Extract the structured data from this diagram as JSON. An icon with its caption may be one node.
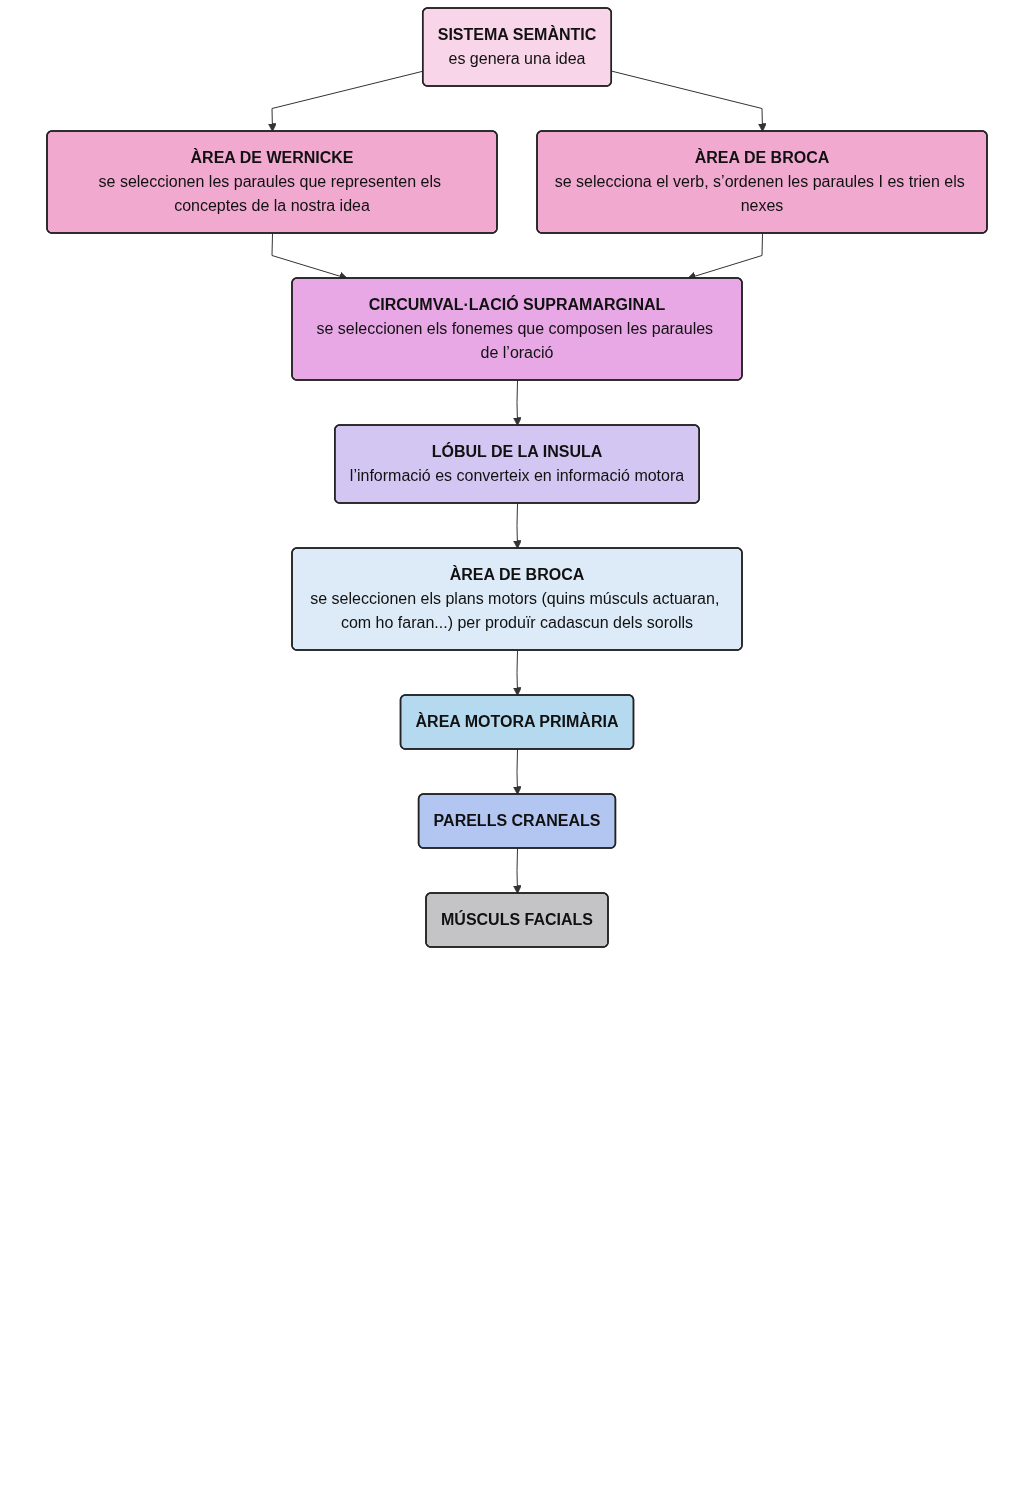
{
  "diagram": {
    "nodes": [
      {
        "text": [
          "SISTEMA SEMÀNTIC",
          "es genera una idea"
        ]
      },
      {
        "text": [
          "ÀREA DE WERNICKE",
          "se seleccionen les paraules que representen els conceptes de la nostra idea"
        ]
      },
      {
        "text": [
          "ÀREA DE BROCA",
          "se selecciona el verb, s’ordenen les paraules I es trien els nexes"
        ]
      },
      {
        "text": [
          "CIRCUMVAL·LACIÓ SUPRAMARGINAL",
          "se seleccionen els fonemes que composen les paraules de l’oració"
        ]
      },
      {
        "text": [
          "LÓBUL DE LA INSULA",
          "l’informació es converteix en informació motora"
        ]
      },
      {
        "text": [
          "ÀREA DE BROCA",
          "se seleccionen els plans motors (quins músculs actuaran, com ho faran...) per produïr cadascun dels sorolls"
        ]
      },
      {
        "text": [
          "ÀREA MOTORA PRIMÀRIA"
        ]
      },
      {
        "text": [
          "PARELLS CRANEALS"
        ]
      },
      {
        "text": [
          "MÚSCULS FACIALS"
        ]
      }
    ],
    "edges": [
      {
        "from": 0,
        "to": 1,
        "arrow": "to"
      },
      {
        "from": 0,
        "to": 2,
        "arrow": "to"
      },
      {
        "from": 1,
        "to": 3,
        "arrow": "to"
      },
      {
        "from": 2,
        "to": 3,
        "arrow": "to"
      },
      {
        "from": 3,
        "to": 4,
        "arrow": "to"
      },
      {
        "from": 4,
        "to": 5,
        "arrow": "to"
      },
      {
        "from": 5,
        "to": 6,
        "arrow": "to"
      },
      {
        "from": 6,
        "to": 7,
        "arrow": "to"
      },
      {
        "from": 7,
        "to": 8,
        "arrow": "to"
      }
    ]
  }
}
